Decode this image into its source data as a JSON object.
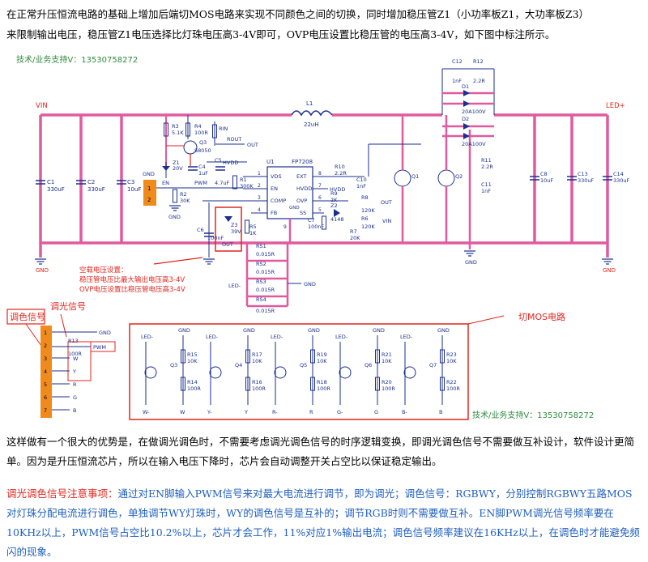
{
  "intro": {
    "line1": "在正常升压恒流电路的基础上增加后端切MOS电路来实现不同颜色之间的切换，同时增加稳压管Z1（小功率板Z1，大功率板Z3）",
    "line2": "来限制输出电压，稳压管Z1电压选择比灯珠电压高3-4V即可，OVP电压设置比稳压管的电压高3-4V，如下图中标注所示。"
  },
  "schematic": {
    "contact_top": "技术/业务支持V：13530758272",
    "contact_bottom": "技术/业务支持V：13530758272",
    "nets": {
      "vin": "VIN",
      "led_plus": "LED+",
      "gnd": "GND",
      "out": "OUT",
      "pwm": "PWM",
      "hvdd": "HVDD",
      "led_minus": "LED-",
      "rin": "RIN",
      "rout": "ROUT",
      "en": "EN"
    },
    "ic": {
      "ref": "U1",
      "part": "FP7208",
      "pins": [
        {
          "num": "1",
          "name": "VDS"
        },
        {
          "num": "2",
          "name": "EN"
        },
        {
          "num": "3",
          "name": "COMP"
        },
        {
          "num": "4",
          "name": "FB"
        },
        {
          "num": "8",
          "name": "EXT"
        },
        {
          "num": "7",
          "name": "HVDD"
        },
        {
          "num": "6",
          "name": "OVP"
        },
        {
          "num": "5",
          "name": "SS"
        }
      ],
      "gnd_pin": "GND",
      "gnd_num": "9"
    },
    "parts": {
      "c1": "C1",
      "c1v": "330uF",
      "c2": "C2",
      "c2v": "330uF",
      "c3": "C3",
      "c3v": "10uF",
      "l1": "L1",
      "l1v": "22uH",
      "r3": "R3",
      "r3v": "5.1K",
      "r4": "R4",
      "r4v": "100R",
      "q3": "Q3",
      "q3v": "S8050",
      "z1": "Z1",
      "z1v": "20V",
      "c4": "C4",
      "c4v": "1uF",
      "c5": "C5",
      "c5v": "4.7uF",
      "r2": "R2",
      "r2v": "30K",
      "r1": "R1",
      "r1v": "300K",
      "c6": "C6",
      "c6v": "100nF",
      "z3": "Z3",
      "z3v": "39V",
      "r5": "R5",
      "r5v": "1K",
      "rs1": "RS1",
      "rs2": "RS2",
      "rs3": "RS3",
      "rs4": "RS4",
      "rsv": "0.015R",
      "r10": "R10",
      "r10v": "2.2R",
      "c10": "C10",
      "c10v": "1nF",
      "r9": "R9",
      "r9v": "2K",
      "r8": "R8",
      "r8v": "120K",
      "z2": "Z2",
      "z2v": "4148",
      "r6": "R6",
      "r6v": "120K",
      "r7": "R7",
      "r7v": "20K",
      "c7": "C7",
      "c7v": "100nF",
      "q1": "Q1",
      "q2": "Q2",
      "r11": "R11",
      "r11v": "2.2R",
      "c11": "C11",
      "c11v": "1nF",
      "c12": "C12",
      "c12v": "1nF",
      "r12": "R12",
      "r12v": "2.2R",
      "d1": "D1",
      "d1v": "20A100V",
      "d2": "D2",
      "d2v": "20A100V",
      "c8": "C8",
      "c8v": "10uF",
      "c13": "C13",
      "c13v": "330uF",
      "c14": "C14",
      "c14v": "330uF",
      "r13": "R13",
      "r13v": "100R",
      "j": "1",
      "j2": "2"
    },
    "annotation": {
      "line1": "空载电压设置：",
      "line2": "稳压管电压比最大输出电压高3-4V",
      "line3": "OVP电压设置比稳压管电压高3-4V"
    },
    "label_dimming": "调光信号",
    "label_color": "调色信号",
    "label_mos": "切MOS电路",
    "connector": {
      "pins": [
        "1",
        "2",
        "3",
        "4",
        "5",
        "6",
        "7"
      ],
      "signals": [
        "GND",
        "PWM",
        "W",
        "Y",
        "R",
        "G",
        "B"
      ]
    },
    "mos_stages": [
      {
        "q": "Q3",
        "rh": "R15",
        "rl": "R14",
        "ctrl": "W-",
        "sig": "W"
      },
      {
        "q": "Q4",
        "rh": "R17",
        "rl": "R16",
        "ctrl": "Y-",
        "sig": "Y"
      },
      {
        "q": "Q5",
        "rh": "R19",
        "rl": "R18",
        "ctrl": "R-",
        "sig": "R"
      },
      {
        "q": "Q6",
        "rh": "R21",
        "rl": "R20",
        "ctrl": "G-",
        "sig": "G"
      },
      {
        "q": "Q7",
        "rh": "R23",
        "rl": "R22",
        "ctrl": "B-",
        "sig": "B"
      }
    ],
    "mos_values": {
      "rh": "10K",
      "rl": "100R"
    }
  },
  "body": {
    "p1": "这样做有一个很大的优势是，在做调光调色时，不需要考虑调光调色信号的时序逻辑变换，即调光调色信号不需要做互补设计，软件设计更简单。因为是升压恒流芯片，所以在输入电压下降时，芯片会自动调整开关占空比以保证稳定输出。",
    "p2_title": "调光调色信号注意事项：",
    "p2_text": "通过对EN脚输入PWM信号来对最大电流进行调节，即为调光；调色信号：RGBWY，分别控制RGBWY五路MOS对灯珠分配电流进行调色，单独调节WY灯珠时，WY的调色信号是互补的；调节RGB时则不需要做互补。EN脚PWM调光信号频率要在10KHz以上，PWM信号占空比10.2%以上，芯片才会工作，11%对应1%输出电流；调色信号频率建议在16KHz以上，在调色时才能避免频闪的现象。"
  },
  "colors": {
    "rail": "#e05aa0",
    "wire": "#1b2f8f",
    "accent": "#e0261e",
    "green": "#2e8b3d",
    "connector": "#f08a1c"
  }
}
